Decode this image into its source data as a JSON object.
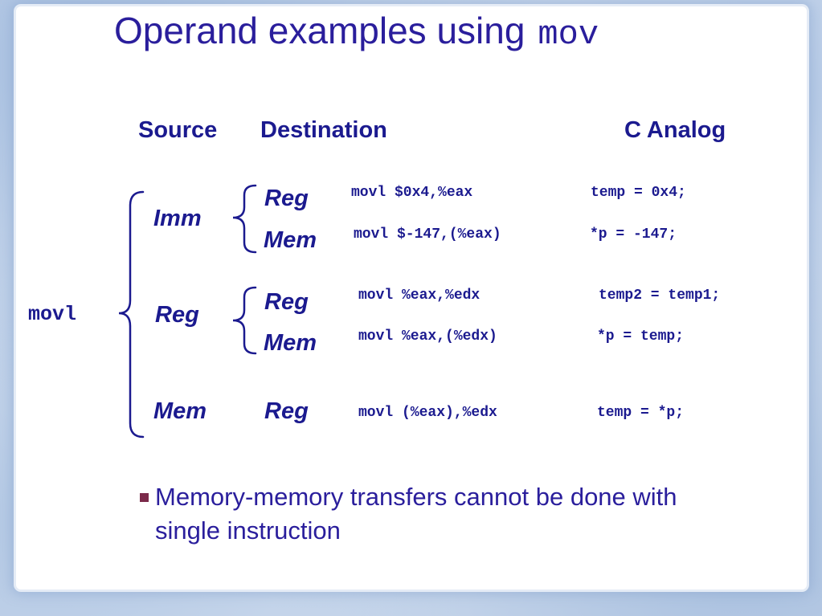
{
  "slide": {
    "title": "Operand examples using",
    "title_code": "mov"
  },
  "headers": {
    "source": "Source",
    "destination": "Destination",
    "c_analog": "C Analog"
  },
  "instruction": "movl",
  "sources": [
    "Imm",
    "Reg",
    "Mem"
  ],
  "rows": [
    {
      "dest": "Reg",
      "asm": "movl $0x4,%eax",
      "c": "temp = 0x4;"
    },
    {
      "dest": "Mem",
      "asm": "movl $-147,(%eax)",
      "c": "*p = -147;"
    },
    {
      "dest": "Reg",
      "asm": "movl %eax,%edx",
      "c": "temp2 = temp1;"
    },
    {
      "dest": "Mem",
      "asm": "movl %eax,(%edx)",
      "c": "*p = temp;"
    },
    {
      "dest": "Reg",
      "asm": "movl (%eax),%edx",
      "c": "temp = *p;"
    }
  ],
  "bullet": {
    "line1": "Memory-memory transfers cannot be done with",
    "line2": "single instruction"
  },
  "colors": {
    "text": "#1b1a8f",
    "title": "#2a1e9c",
    "bullet_marker": "#7b2a4a",
    "frame": "#c9d7ea"
  }
}
